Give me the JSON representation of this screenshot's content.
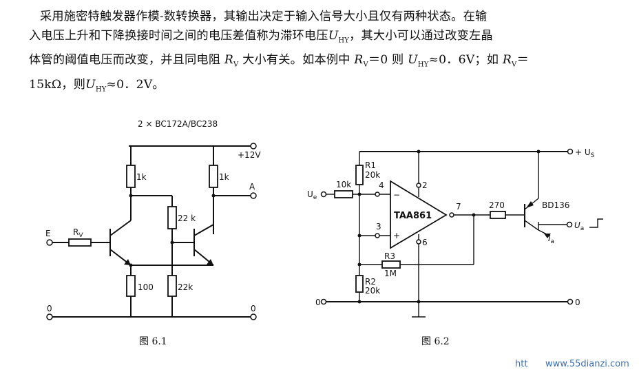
{
  "paragraph": {
    "line1": "采用施密特触发器作模-数转换器，其输出决定于输入信号大小且仅有两种状态。在输",
    "line2_a": "入电压上升和下降换接时间之间的电压差值称为滞环电压",
    "line2_var": "U",
    "line2_sub": "HY",
    "line2_b": "，其大小可以通过改变左晶",
    "line3_a": "体管的阈值电压而改变，并且同电阻",
    "line3_var": "R",
    "line3_sub": "V",
    "line3_b": "大小有关。如本例中",
    "line3_var2": "R",
    "line3_sub2": "V",
    "line3_c": "＝0 则",
    "line3_var3": "U",
    "line3_sub3": "HY",
    "line3_d": "≈0．6V；如",
    "line3_var4": "R",
    "line3_sub4": "V",
    "line3_e": "＝",
    "line4_a": "15kΩ，则",
    "line4_var": "U",
    "line4_sub": "HY",
    "line4_b": "≈0．2V。"
  },
  "fig1": {
    "caption": "图 6.1",
    "transistors": "2 × BC172A/BC238",
    "supply": "+12V",
    "output": "A",
    "input": "E",
    "rv": "R",
    "rv_sub": "V",
    "r_left_top": "1k",
    "r_right_top": "1k",
    "r_middle": "22 k",
    "r_emitter": "100",
    "r_bottom": "22k",
    "ground_left": "0",
    "ground_right": "0"
  },
  "fig2": {
    "caption": "图 6.2",
    "supply": "+ U",
    "supply_sub": "S",
    "input": "U",
    "input_sub": "e",
    "r_in": "10k",
    "r1": "R1",
    "r1_val": "20k",
    "r2": "R2",
    "r2_val": "20k",
    "r3": "R3",
    "r3_val": "1M",
    "r_base": "270",
    "ic": "TAA861",
    "pin2": "2",
    "pin3": "3",
    "pin4": "4",
    "pin6": "6",
    "pin7": "7",
    "minus": "−",
    "plus": "+",
    "transistor": "BD136",
    "output": "U",
    "output_sub": "a",
    "current": "I",
    "current_sub": "a",
    "ground_left": "0",
    "ground_right": "0"
  },
  "watermark": {
    "left": "htt",
    "right": "www.55dianzi.com"
  }
}
